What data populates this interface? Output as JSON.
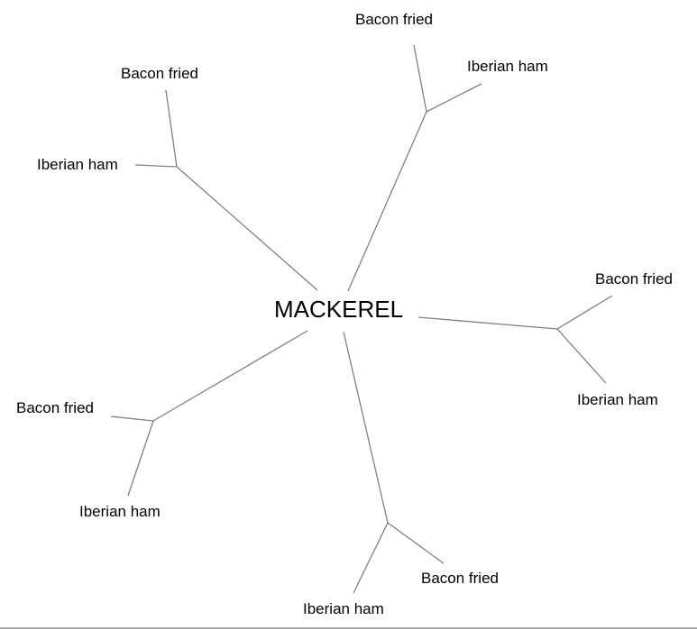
{
  "center": {
    "label": "MACKEREL"
  },
  "branches": [
    {
      "child_a": "Bacon fried",
      "child_b": "Iberian ham"
    },
    {
      "child_a": "Bacon fried",
      "child_b": "Iberian ham"
    },
    {
      "child_a": "Bacon fried",
      "child_b": "Iberian ham"
    },
    {
      "child_a": "Bacon fried",
      "child_b": "Iberian ham"
    },
    {
      "child_a": "Bacon fried",
      "child_b": "Iberian ham"
    }
  ]
}
